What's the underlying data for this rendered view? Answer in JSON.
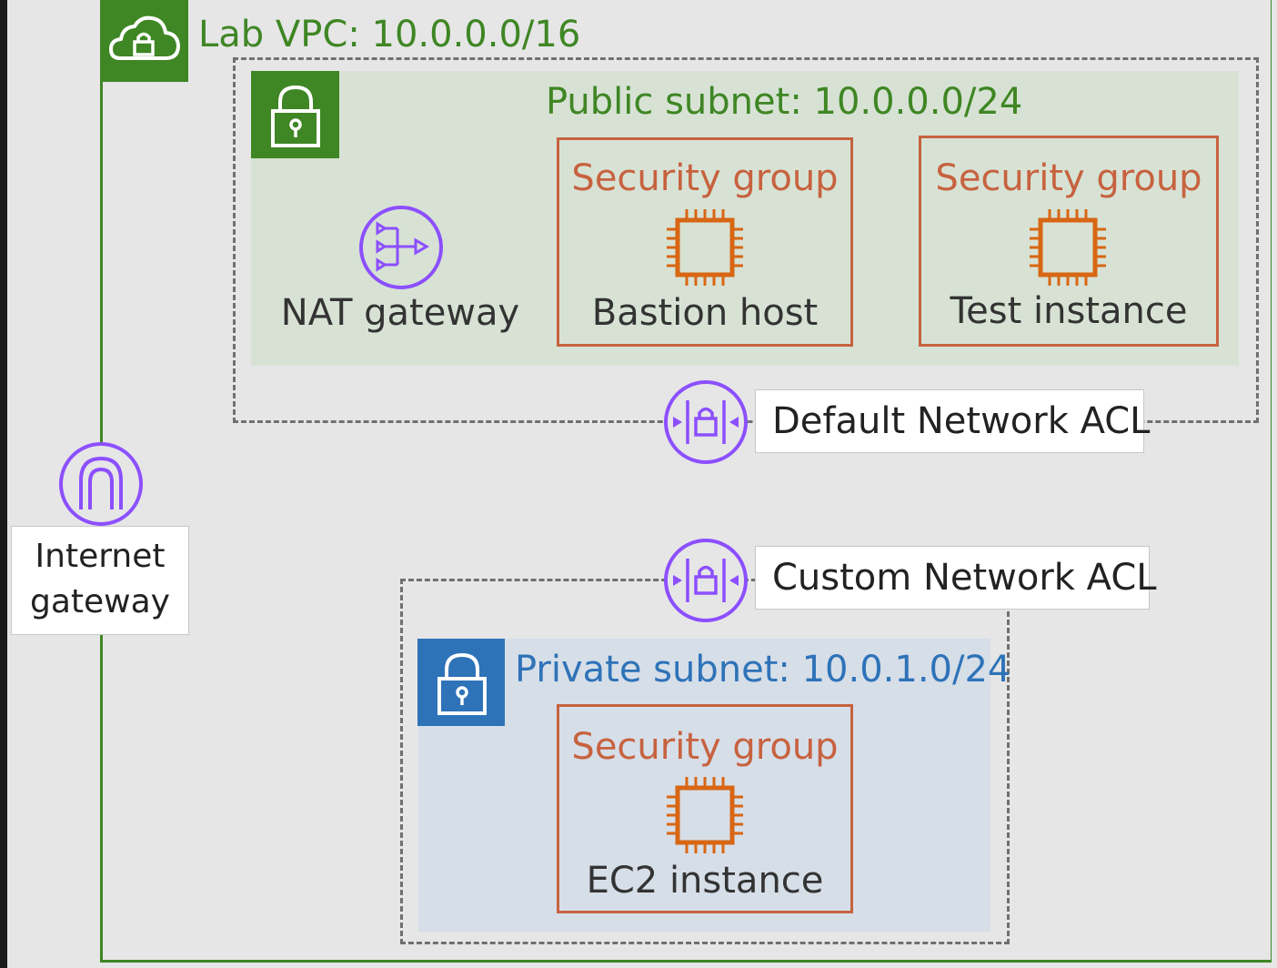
{
  "vpc": {
    "title": "Lab VPC: 10.0.0.0/16"
  },
  "public_subnet": {
    "title": "Public subnet: 10.0.0.0/24",
    "nat_label": "NAT gateway",
    "security_groups": [
      {
        "title": "Security group",
        "instance": "Bastion host"
      },
      {
        "title": "Security group",
        "instance": "Test instance"
      }
    ]
  },
  "private_subnet": {
    "title": "Private subnet: 10.0.1.0/24",
    "security_group": {
      "title": "Security group",
      "instance": "EC2 instance"
    }
  },
  "acls": {
    "default": "Default Network ACL",
    "custom": "Custom Network ACL"
  },
  "internet_gateway": {
    "line1": "Internet",
    "line2": "gateway"
  },
  "colors": {
    "vpc_green": "#3f8624",
    "private_blue": "#2e73b8",
    "security_group_orange": "#c7623f",
    "network_purple": "#8c4fff",
    "ec2_orange": "#d86613"
  }
}
